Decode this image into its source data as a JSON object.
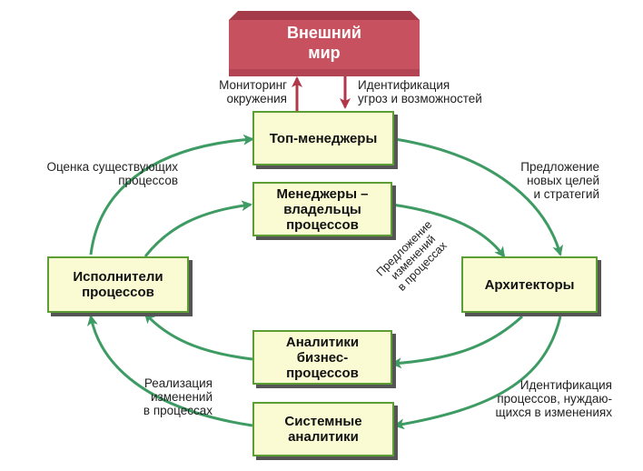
{
  "colors": {
    "box_fill": "#fbfbd3",
    "box_border": "#5d9e34",
    "cycle_arrow": "#3e9b63",
    "external_arrow": "#b0384a",
    "external_fill": "#c8515f"
  },
  "external": {
    "label": "Внешний\nмир"
  },
  "boxes": {
    "top_managers": "Топ-менеджеры",
    "process_owners": "Менеджеры –\nвладельцы\nпроцессов",
    "architects": "Архитекторы",
    "process_executors": "Исполнители\nпроцессов",
    "business_analysts": "Аналитики\nбизнес-\nпроцессов",
    "system_analysts": "Системные\nаналитики"
  },
  "labels": {
    "monitoring": "Мониторинг\nокружения",
    "threat_identification": "Идентификация\nугроз и возможностей",
    "assessment": "Оценка существующих\nпроцессов",
    "goal_proposal": "Предложение\nновых целей\nи стратегий",
    "change_proposal": "Предложение\nизменений\nв процессах",
    "implementation": "Реализация\nизменений\nв процессах",
    "identification_processes": "Идентификация\nпроцессов, нуждаю-\nщихся в изменениях"
  }
}
